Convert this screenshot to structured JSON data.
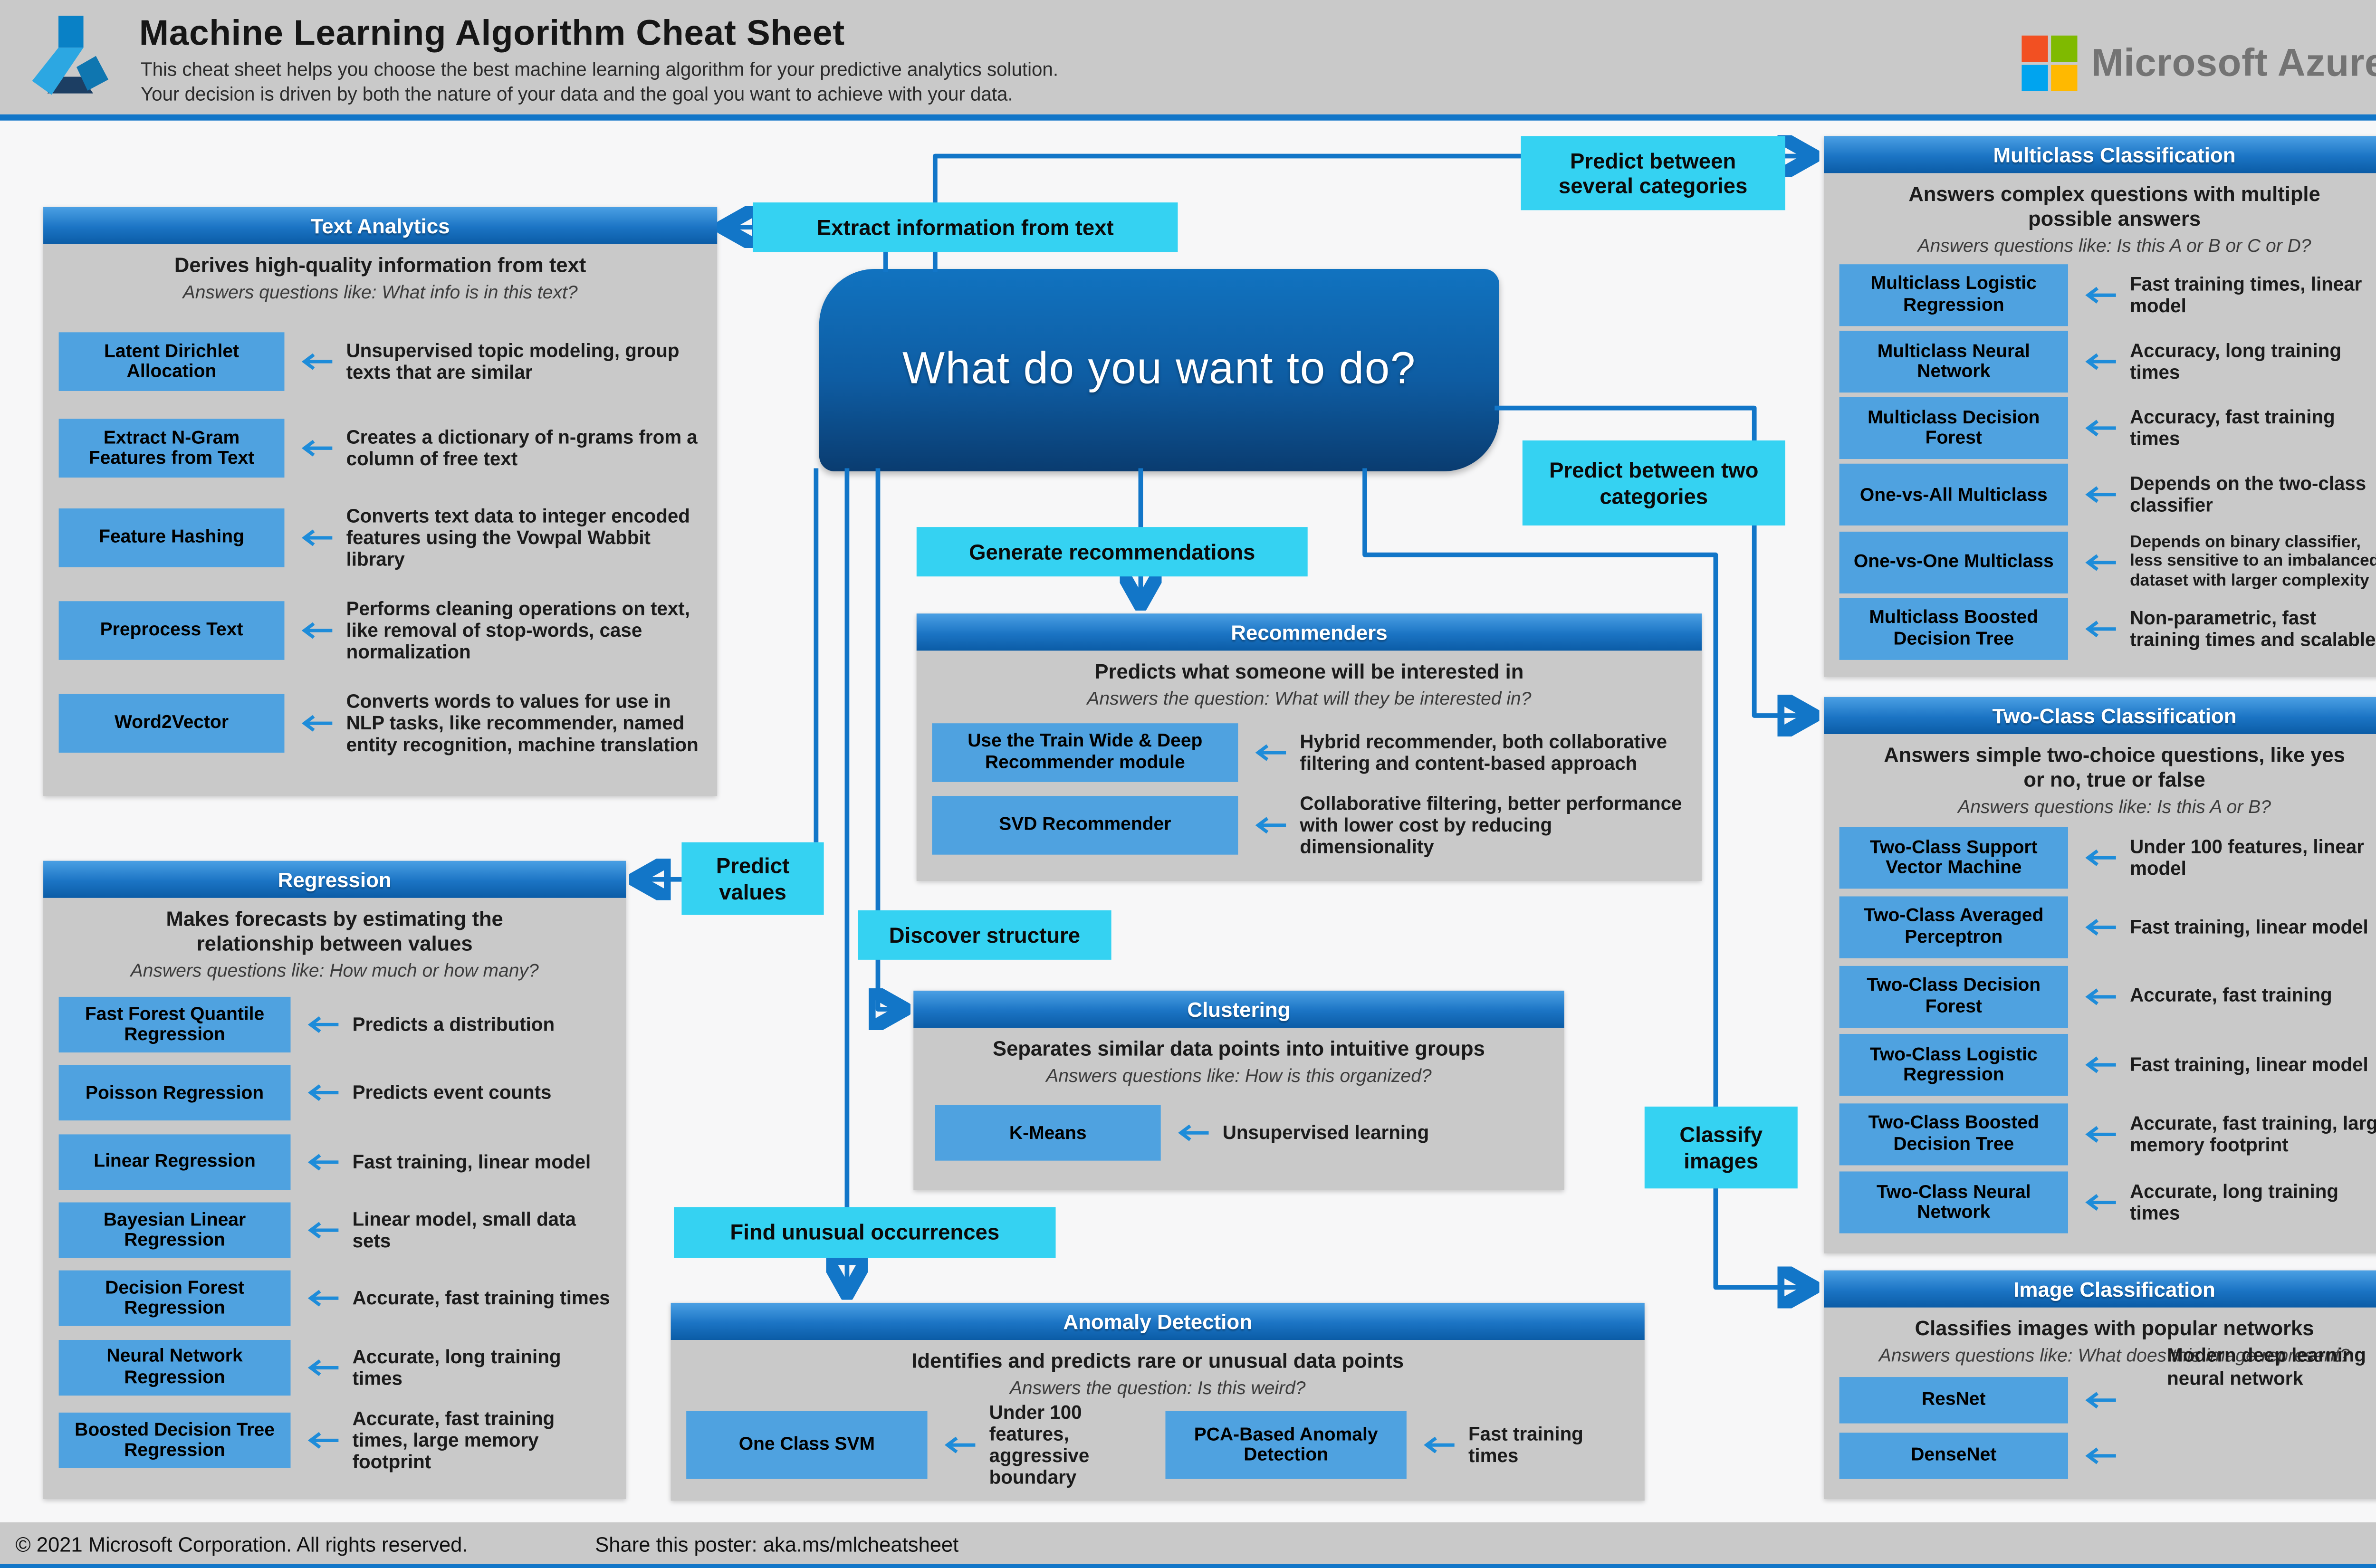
{
  "header": {
    "title": "Machine Learning Algorithm Cheat Sheet",
    "subtitle1": "This cheat sheet helps you choose the best machine learning algorithm for your predictive analytics solution.",
    "subtitle2": "Your decision is driven by both the nature of your data and the goal you want to achieve with your data.",
    "brand": "Microsoft Azure"
  },
  "center_question": "What do you want to do?",
  "decision_labels": {
    "extract_text": "Extract information from text",
    "several_categories": "Predict between several categories",
    "two_categories": "Predict between two categories",
    "recommendations": "Generate recommendations",
    "values": "Predict values",
    "structure": "Discover structure",
    "unusual": "Find unusual occurrences",
    "classify_images": "Classify images"
  },
  "panels": [
    {
      "title": "Text Analytics",
      "desc": "Derives high-quality information from text",
      "question": "Answers questions like: What info is in this text?",
      "items": [
        {
          "name": "Latent Dirichlet Allocation",
          "desc": "Unsupervised topic modeling, group texts that are similar"
        },
        {
          "name": "Extract N-Gram Features from Text",
          "desc": "Creates a dictionary of n-grams from a column of free text"
        },
        {
          "name": "Feature Hashing",
          "desc": "Converts text data to integer encoded features using the Vowpal Wabbit library"
        },
        {
          "name": "Preprocess Text",
          "desc": "Performs cleaning operations on text, like removal of stop-words, case normalization"
        },
        {
          "name": "Word2Vector",
          "desc": "Converts words to values for use in NLP tasks, like recommender, named entity recognition, machine translation"
        }
      ]
    },
    {
      "title": "Regression",
      "desc": "Makes forecasts by estimating the relationship between values",
      "question": "Answers questions like: How much or how many?",
      "items": [
        {
          "name": "Fast Forest Quantile Regression",
          "desc": "Predicts a distribution"
        },
        {
          "name": "Poisson Regression",
          "desc": "Predicts event counts"
        },
        {
          "name": "Linear Regression",
          "desc": "Fast training, linear model"
        },
        {
          "name": "Bayesian Linear Regression",
          "desc": "Linear model, small data sets"
        },
        {
          "name": "Decision Forest Regression",
          "desc": "Accurate, fast training times"
        },
        {
          "name": "Neural Network Regression",
          "desc": "Accurate, long training times"
        },
        {
          "name": "Boosted Decision Tree Regression",
          "desc": "Accurate, fast training times, large memory footprint"
        }
      ]
    },
    {
      "title": "Recommenders",
      "desc": "Predicts what someone will be interested in",
      "question": "Answers the question: What will they be interested in?",
      "items": [
        {
          "name": "Use the Train Wide & Deep Recommender module",
          "desc": "Hybrid recommender, both collaborative filtering and content-based approach"
        },
        {
          "name": "SVD Recommender",
          "desc": "Collaborative filtering, better performance with lower cost by reducing dimensionality"
        }
      ]
    },
    {
      "title": "Clustering",
      "desc": "Separates similar data points into intuitive groups",
      "question": "Answers questions like: How is this organized?",
      "items": [
        {
          "name": "K-Means",
          "desc": "Unsupervised learning"
        }
      ]
    },
    {
      "title": "Anomaly Detection",
      "desc": "Identifies and predicts rare or unusual data points",
      "question": "Answers the question: Is this weird?",
      "items": [
        {
          "name": "One Class SVM",
          "desc": "Under 100 features, aggressive boundary"
        },
        {
          "name": "PCA-Based Anomaly Detection",
          "desc": "Fast training times"
        }
      ]
    },
    {
      "title": "Multiclass Classification",
      "desc": "Answers complex questions with multiple possible answers",
      "question": "Answers questions like: Is this A or B or C or D?",
      "items": [
        {
          "name": "Multiclass Logistic Regression",
          "desc": "Fast training times, linear model"
        },
        {
          "name": "Multiclass Neural Network",
          "desc": "Accuracy, long training times"
        },
        {
          "name": "Multiclass Decision Forest",
          "desc": "Accuracy, fast training times"
        },
        {
          "name": "One-vs-All Multiclass",
          "desc": "Depends on the two-class classifier"
        },
        {
          "name": "One-vs-One Multiclass",
          "desc": "Depends on binary classifier, less sensitive to an imbalanced dataset with larger complexity"
        },
        {
          "name": "Multiclass Boosted Decision Tree",
          "desc": "Non-parametric, fast training times and scalable"
        }
      ]
    },
    {
      "title": "Two-Class Classification",
      "desc": "Answers simple two-choice questions, like yes or no, true or false",
      "question": "Answers questions like: Is this A or B?",
      "items": [
        {
          "name": "Two-Class Support Vector Machine",
          "desc": "Under 100 features, linear model"
        },
        {
          "name": "Two-Class Averaged Perceptron",
          "desc": "Fast training, linear model"
        },
        {
          "name": "Two-Class Decision Forest",
          "desc": "Accurate, fast training"
        },
        {
          "name": "Two-Class Logistic Regression",
          "desc": "Fast training, linear model"
        },
        {
          "name": "Two-Class Boosted Decision Tree",
          "desc": "Accurate, fast training, large memory footprint"
        },
        {
          "name": "Two-Class Neural Network",
          "desc": "Accurate, long training times"
        }
      ]
    },
    {
      "title": "Image Classification",
      "desc": "Classifies images with popular networks",
      "question": "Answers questions like: What does this image represent?",
      "note": "Modern deep learning neural network",
      "items": [
        {
          "name": "ResNet",
          "desc": ""
        },
        {
          "name": "DenseNet",
          "desc": ""
        }
      ]
    }
  ],
  "footer": {
    "copyright": "© 2021 Microsoft Corporation. All rights reserved.",
    "share": "Share this poster: aka.ms/mlcheatsheet"
  },
  "colors": {
    "accent_cyan": "#35D2F2",
    "wire_blue": "#1276C8",
    "box_blue": "#4FA2E0",
    "header_blue_top": "#4BA0E4",
    "header_blue_bottom": "#0B5CA6",
    "node_top": "#1173C0",
    "node_bottom": "#0A3C70",
    "panel_gray": "#C9C9C9",
    "ms_red": "#F25022",
    "ms_green": "#7FBA00",
    "ms_blue": "#00A4EF",
    "ms_yellow": "#FFB900"
  }
}
